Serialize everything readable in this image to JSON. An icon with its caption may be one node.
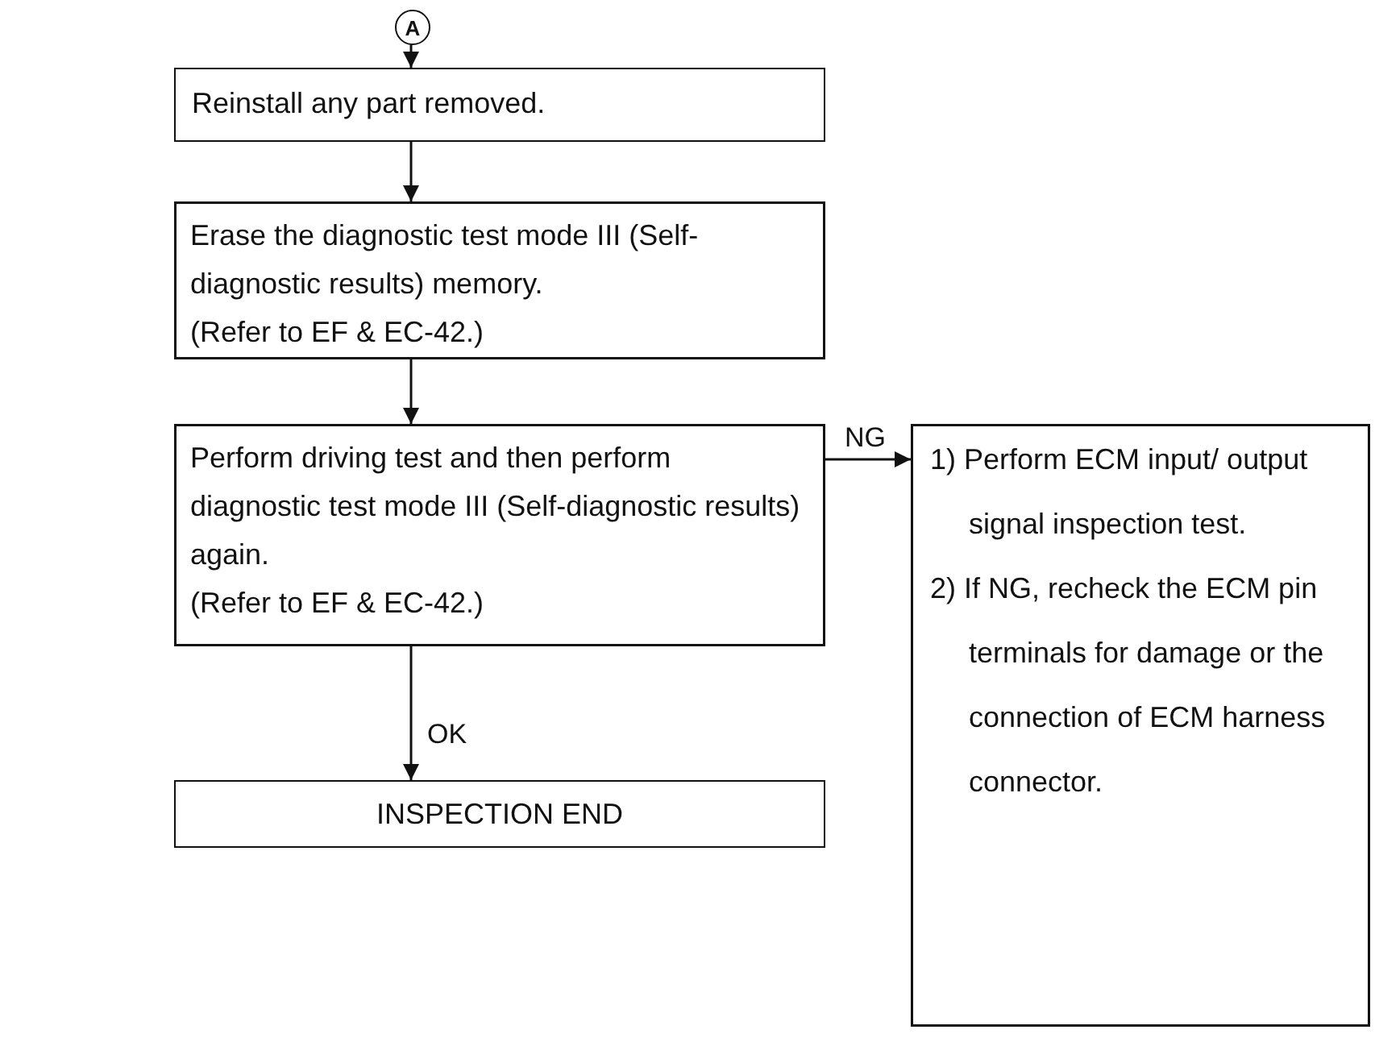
{
  "diagram": {
    "nodes": [
      {
        "text": [
          "A"
        ]
      },
      {
        "text": [
          "Reinstall any part removed."
        ]
      },
      {
        "text": [
          "Erase the diagnostic test mode III (Self-diagnostic results) memory.",
          "(Refer to EF & EC-42.)"
        ]
      },
      {
        "text": [
          "Perform driving test and then perform diagnostic test mode III (Self-diagnostic results) again.",
          "(Refer to EF & EC-42.)"
        ]
      },
      {
        "text": [
          "INSPECTION END"
        ]
      },
      {
        "text": [
          "1) Perform ECM input/ output signal inspection test.",
          "2) If NG, recheck the ECM pin terminals for damage or the connection of ECM harness connector."
        ]
      }
    ],
    "edges": [
      {
        "from": 0,
        "to": 1,
        "arrow": "to"
      },
      {
        "from": 1,
        "to": 2,
        "arrow": "to"
      },
      {
        "from": 2,
        "to": 3,
        "arrow": "to"
      },
      {
        "from": 3,
        "to": 4,
        "label": "OK",
        "arrow": "to"
      },
      {
        "from": 3,
        "to": 5,
        "label": "NG",
        "arrow": "to"
      }
    ]
  }
}
